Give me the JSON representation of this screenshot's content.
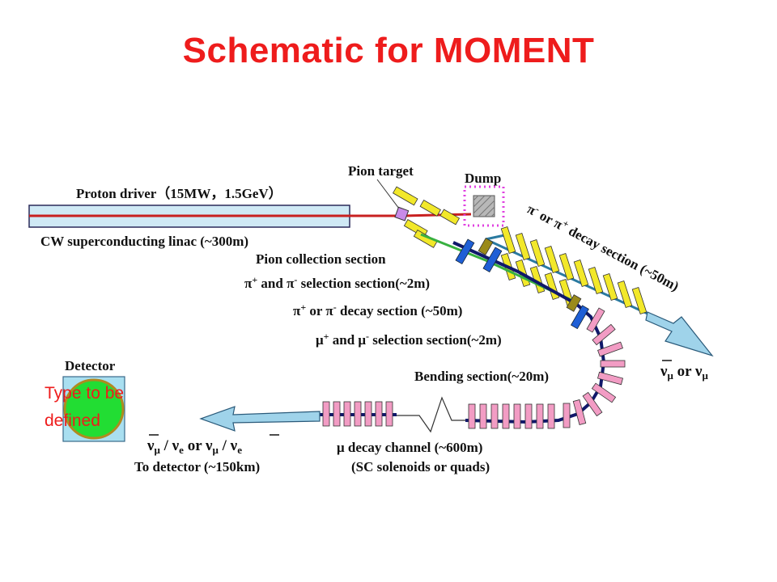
{
  "title": "Schematic for MOMENT",
  "colors": {
    "title": "#ee1c1c",
    "linac_fill": "#cfe9f5",
    "linac_border": "#2a2a5a",
    "proton_beam": "#c82020",
    "magnet_yellow": "#f2e82a",
    "focus_blue": "#1f5fd6",
    "selector_olive": "#9a8a1a",
    "solenoid_pink": "#f29cc4",
    "beam_green": "#38b040",
    "beam_navy": "#10186a",
    "arrow": "#9fd3ea",
    "dump_dots": "#e040e0",
    "detector_green": "#22dd33",
    "detector_bg": "#a9dff0"
  },
  "labels": {
    "proton_driver": "Proton driver（15MW，1.5GeV）",
    "cw_linac": "CW superconducting linac (~300m)",
    "pion_target": "Pion target",
    "dump": "Dump",
    "pion_decay_long_1": "π",
    "pion_decay_long_sup1": "-",
    "pion_decay_long_2": " or π",
    "pion_decay_long_sup2": "+",
    "pion_decay_long_3": " decay section (~50m)",
    "pion_collection": "Pion collection section",
    "pion_selection_1": "π",
    "pion_selection_sup1": "+",
    "pion_selection_2": " and π",
    "pion_selection_sup2": "-",
    "pion_selection_3": " selection section(~2m)",
    "pion_decay_1": "π",
    "pion_decay_sup1": "+",
    "pion_decay_2": " or π",
    "pion_decay_sup2": "-",
    "pion_decay_3": " decay section (~50m)",
    "muon_selection_1": "μ",
    "muon_selection_sup1": "+",
    "muon_selection_2": " and μ",
    "muon_selection_sup2": "-",
    "muon_selection_3": " selection section(~2m)",
    "bending": "Bending section(~20m)",
    "nu_right_1": "ν",
    "nu_right_sub1": "μ",
    "nu_right_2": " or ν",
    "nu_right_sub2": "μ",
    "detector": "Detector",
    "nu_left_1": "ν",
    "nu_left_sub1": "μ",
    "nu_left_2": " / ν",
    "nu_left_sub2": "e",
    "nu_left_3": " or ν",
    "nu_left_sub3": "μ",
    "nu_left_4": " / ν",
    "nu_left_sub4": "e",
    "to_detector": "To detector (~150km)",
    "mu_decay_channel": "μ decay channel (~600m)",
    "sc_solenoids": "(SC solenoids or quads)"
  },
  "note": "Type to be defined"
}
